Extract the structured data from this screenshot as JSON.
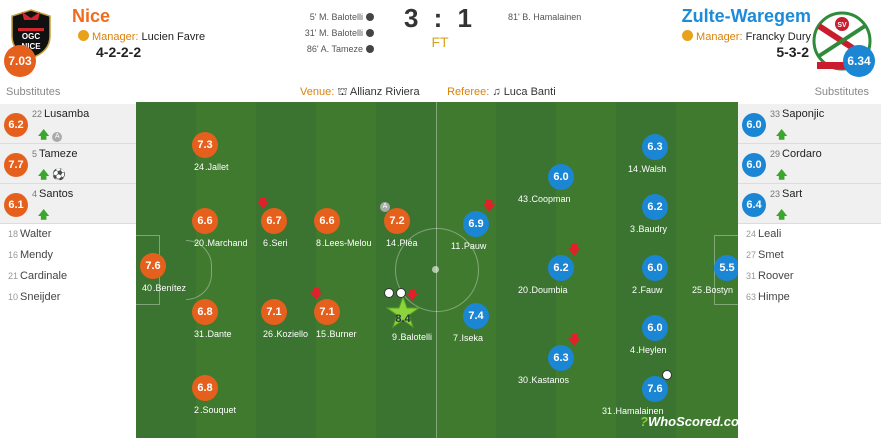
{
  "home": {
    "name": "Nice",
    "rating": "7.03",
    "manager_label": "Manager:",
    "manager": "Lucien Favre",
    "formation": "4-2-2-2",
    "crest_text": [
      "OGC",
      "NICE"
    ],
    "color": "#e5601d"
  },
  "away": {
    "name": "Zulte-Waregem",
    "rating": "6.34",
    "manager_label": "Manager:",
    "manager": "Francky Dury",
    "formation": "5-3-2",
    "crest_text": [
      "SV"
    ],
    "color": "#1b86d3"
  },
  "score": "3 : 1",
  "status": "FT",
  "home_goals": [
    "5' M. Balotelli",
    "31' M. Balotelli",
    "86' A. Tameze"
  ],
  "away_goals": [
    "81' B. Hamalainen"
  ],
  "venue_label": "Venue:",
  "venue": "Allianz Riviera",
  "referee_label": "Referee:",
  "referee": "Luca Banti",
  "subs_label_home": "Substitutes",
  "subs_label_away": "Substitutes",
  "home_subs_used": [
    {
      "num": "22",
      "name": "Lusamba",
      "rating": "6.2",
      "icons": "up-assist"
    },
    {
      "num": "5",
      "name": "Tameze",
      "rating": "7.7",
      "icons": "up-goal"
    },
    {
      "num": "4",
      "name": "Santos",
      "rating": "6.1",
      "icons": "up"
    }
  ],
  "home_subs_unused": [
    {
      "num": "18",
      "name": "Walter"
    },
    {
      "num": "16",
      "name": "Mendy"
    },
    {
      "num": "21",
      "name": "Cardinale"
    },
    {
      "num": "10",
      "name": "Sneijder"
    }
  ],
  "away_subs_used": [
    {
      "num": "33",
      "name": "Saponjic",
      "rating": "6.0",
      "icons": "up"
    },
    {
      "num": "29",
      "name": "Cordaro",
      "rating": "6.0",
      "icons": "up"
    },
    {
      "num": "23",
      "name": "Sart",
      "rating": "6.4",
      "icons": "up"
    }
  ],
  "away_subs_unused": [
    {
      "num": "24",
      "name": "Leali"
    },
    {
      "num": "27",
      "name": "Smet"
    },
    {
      "num": "31",
      "name": "Roover"
    },
    {
      "num": "63",
      "name": "Himpe"
    }
  ],
  "home_players": [
    {
      "num": "40",
      "name": "Benítez",
      "rating": "7.6"
    },
    {
      "num": "24",
      "name": "Jallet",
      "rating": "7.3"
    },
    {
      "num": "20",
      "name": "Marchand",
      "rating": "6.6"
    },
    {
      "num": "31",
      "name": "Dante",
      "rating": "6.8"
    },
    {
      "num": "2",
      "name": "Souquet",
      "rating": "6.8"
    },
    {
      "num": "6",
      "name": "Seri",
      "rating": "6.7",
      "sub_off": true
    },
    {
      "num": "26",
      "name": "Koziello",
      "rating": "7.1"
    },
    {
      "num": "8",
      "name": "Lees-Melou",
      "rating": "6.6"
    },
    {
      "num": "15",
      "name": "Burner",
      "rating": "7.1",
      "sub_off": true
    },
    {
      "num": "14",
      "name": "Pléa",
      "rating": "7.2",
      "assist": true
    },
    {
      "num": "9",
      "name": "Balotelli",
      "rating": "8.4",
      "motm": true,
      "sub_off": true
    }
  ],
  "away_players": [
    {
      "num": "25",
      "name": "Bostyn",
      "rating": "5.5"
    },
    {
      "num": "14",
      "name": "Walsh",
      "rating": "6.3"
    },
    {
      "num": "3",
      "name": "Baudry",
      "rating": "6.2"
    },
    {
      "num": "2",
      "name": "Fauw",
      "rating": "6.0"
    },
    {
      "num": "4",
      "name": "Heylen",
      "rating": "6.0"
    },
    {
      "num": "31",
      "name": "Hamalainen",
      "rating": "7.6",
      "goal": true
    },
    {
      "num": "43",
      "name": "Coopman",
      "rating": "6.0"
    },
    {
      "num": "20",
      "name": "Doumbia",
      "rating": "6.2",
      "sub_off": true
    },
    {
      "num": "30",
      "name": "Kastanos",
      "rating": "6.3",
      "sub_off": true
    },
    {
      "num": "11",
      "name": "Pauw",
      "rating": "6.9",
      "sub_off": true
    },
    {
      "num": "7",
      "name": "Iseka",
      "rating": "7.4"
    }
  ],
  "watermark": "WhoScored.com"
}
